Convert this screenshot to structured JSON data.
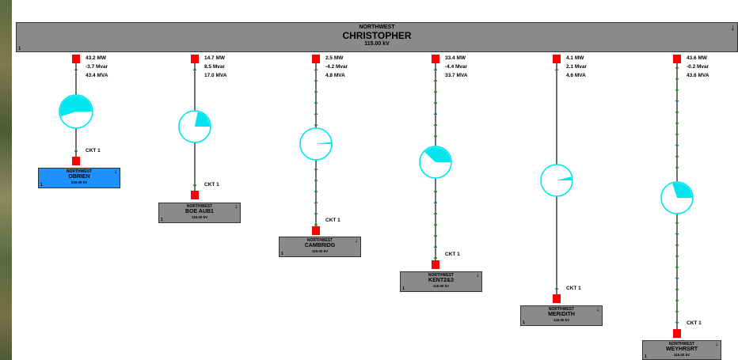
{
  "main_bus": {
    "area": "NORTHWEST",
    "name": "CHRISTOPHER",
    "kv": "115.00 kV",
    "number": "1",
    "arrow": "↓"
  },
  "branches": [
    {
      "flow": {
        "mw": "43.2 MW",
        "mvar": "-3.7 Mvar",
        "mva": "43.4 MVA"
      },
      "ckt": "CKT 1",
      "loading": 0.55,
      "bus": {
        "area": "NORTHWEST",
        "name": "OBRIEN",
        "kv": "230.00 kV",
        "number": "1",
        "arrow": "↓",
        "color": "#1e90ff"
      }
    },
    {
      "flow": {
        "mw": "14.7 MW",
        "mvar": "8.5 Mvar",
        "mva": "17.0 MVA"
      },
      "ckt": "CKT 1",
      "loading": 0.22,
      "bus": {
        "area": "NORTHWEST",
        "name": "BOE AUB1",
        "kv": "115.00 kV",
        "number": "1",
        "arrow": "↓",
        "color": "#8a8a8a"
      }
    },
    {
      "flow": {
        "mw": "2.5 MW",
        "mvar": "-4.2 Mvar",
        "mva": "4.8 MVA"
      },
      "ckt": "CKT 1",
      "loading": 0.02,
      "bus": {
        "area": "NORTHWEST",
        "name": "CAMBRIDG",
        "kv": "115.00 kV",
        "number": "1",
        "arrow": "↓",
        "color": "#8a8a8a"
      }
    },
    {
      "flow": {
        "mw": "33.4 MW",
        "mvar": "-4.4 Mvar",
        "mva": "33.7 MVA"
      },
      "ckt": "CKT 1",
      "loading": 0.38,
      "bus": {
        "area": "NORTHWEST",
        "name": "KENT2&3",
        "kv": "115.00 kV",
        "number": "1",
        "arrow": "↓",
        "color": "#8a8a8a"
      }
    },
    {
      "flow": {
        "mw": "4.1 MW",
        "mvar": "2.1 Mvar",
        "mva": "4.6 MVA"
      },
      "ckt": "CKT 1",
      "loading": 0.04,
      "bus": {
        "area": "NORTHWEST",
        "name": "MERIDITH",
        "kv": "115.00 kV",
        "number": "1",
        "arrow": "↓",
        "color": "#8a8a8a"
      }
    },
    {
      "flow": {
        "mw": "43.6 MW",
        "mvar": "-0.2 Mvar",
        "mva": "43.6 MVA"
      },
      "ckt": "CKT 1",
      "loading": 0.3,
      "bus": {
        "area": "NORTHWEST",
        "name": "WEYHRSRT",
        "kv": "115.00 kV",
        "number": "1",
        "arrow": "↓",
        "color": "#8a8a8a"
      }
    }
  ],
  "colors": {
    "breaker": "#ff0000",
    "pie": "#00e5ee",
    "line": "#111111",
    "arrow": "#2e7d32"
  }
}
